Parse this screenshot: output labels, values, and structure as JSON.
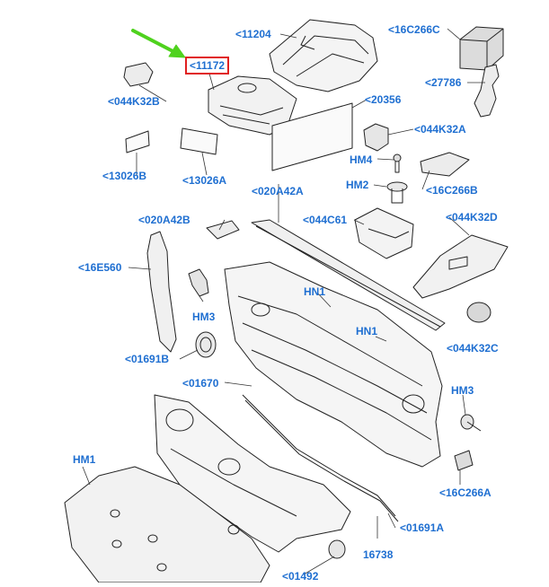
{
  "diagram": {
    "accent_color": "#1f6fd1",
    "highlight_color": "#e02020",
    "pointer_color": "#4fd21e",
    "highlighted_label": "<11172",
    "labels": {
      "l11204": "<11204",
      "l16C266C": "<16C266C",
      "l11172": "<11172",
      "l27786": "<27786",
      "l044K32B": "<044K32B",
      "l20356": "<20356",
      "l044K32A": "<044K32A",
      "lHM4": "HM4",
      "l13026B": "<13026B",
      "l13026A": "<13026A",
      "lHM2": "HM2",
      "l16C266B": "<16C266B",
      "l020A42A": "<020A42A",
      "l020A42B": "<020A42B",
      "l044C61": "<044C61",
      "l044K32D": "<044K32D",
      "l16E560": "<16E560",
      "lHN1a": "HN1",
      "lHM3a": "HM3",
      "lHN1b": "HN1",
      "l044K32C": "<044K32C",
      "l01691B": "<01691B",
      "l01670": "<01670",
      "lHM3b": "HM3",
      "lHM1": "HM1",
      "l16C266A": "<16C266A",
      "l01691A": "<01691A",
      "l16738": "16738",
      "l01492": "<01492"
    }
  }
}
